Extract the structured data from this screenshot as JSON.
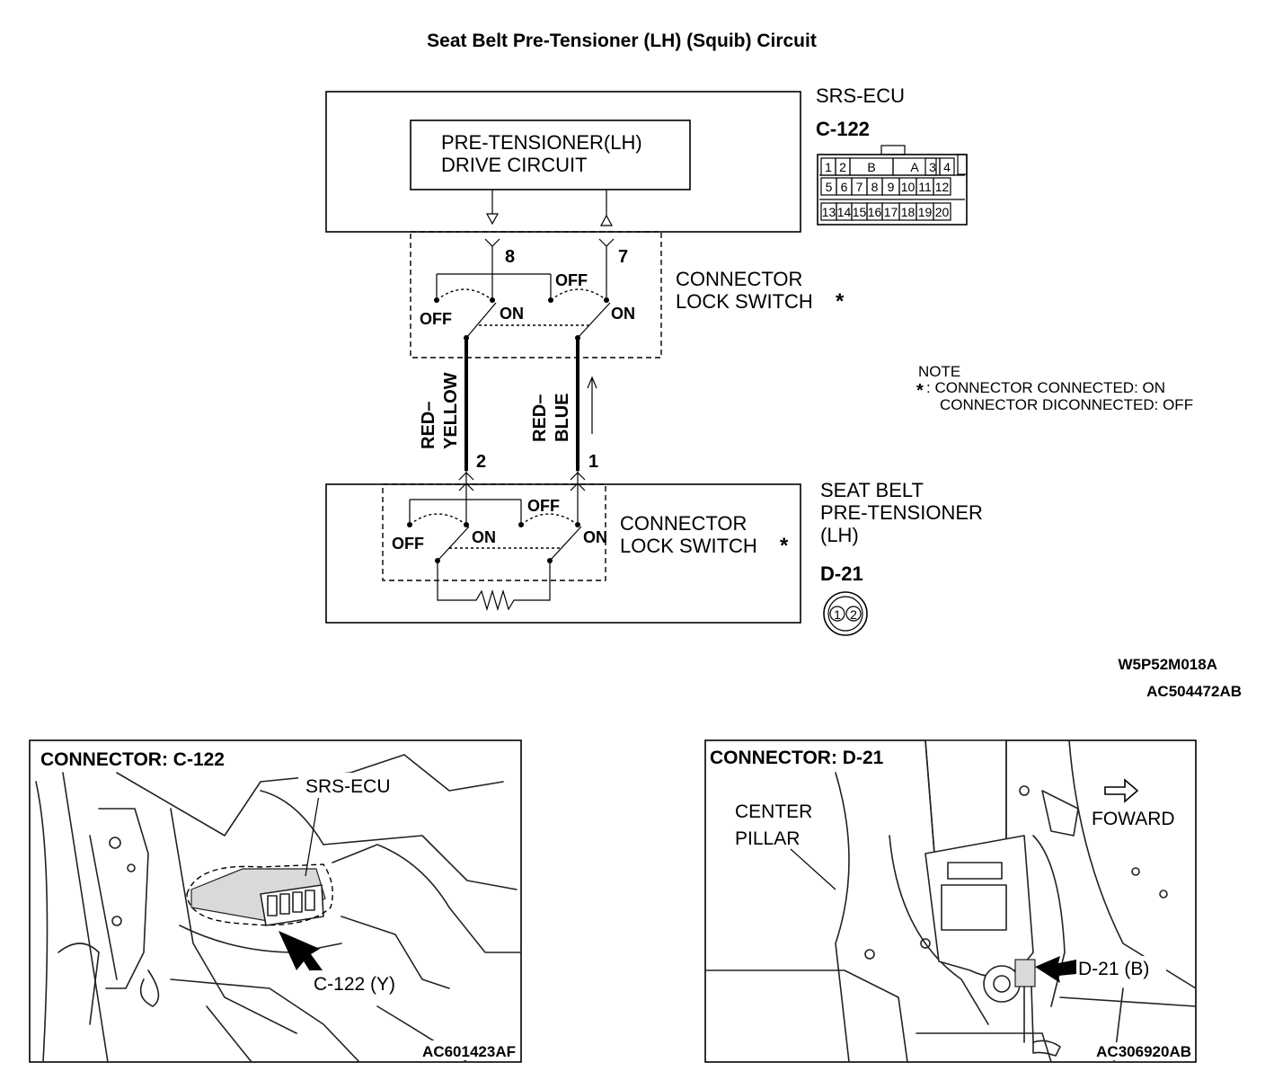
{
  "title": "Seat Belt Pre-Tensioner (LH) (Squib) Circuit",
  "ecu": {
    "name": "SRS-ECU",
    "connector_id": "C-122",
    "drive_circuit_line1": "PRE-TENSIONER(LH)",
    "drive_circuit_line2": "DRIVE CIRCUIT",
    "pins": [
      "1",
      "2",
      "B",
      "A",
      "3",
      "4",
      "5",
      "6",
      "7",
      "8",
      "9",
      "10",
      "11",
      "12",
      "13",
      "14",
      "15",
      "16",
      "17",
      "18",
      "19",
      "20"
    ],
    "terminal_a": "8",
    "terminal_b": "7"
  },
  "switch_labels": {
    "off": "OFF",
    "on": "ON",
    "lock_switch_line1": "CONNECTOR",
    "lock_switch_line2": "LOCK SWITCH",
    "asterisk": "*"
  },
  "wires": {
    "left_line1": "RED–",
    "left_line2": "YELLOW",
    "right_line1": "RED–",
    "right_line2": "BLUE"
  },
  "pretensioner": {
    "name_line1": "SEAT BELT",
    "name_line2": "PRE-TENSIONER",
    "name_line3": "(LH)",
    "connector_id": "D-21",
    "terminal_a": "2",
    "terminal_b": "1",
    "pins": [
      "1",
      "2"
    ]
  },
  "note": {
    "heading": "NOTE",
    "asterisk": "*",
    "line1": ": CONNECTOR CONNECTED: ON",
    "line2": "CONNECTOR DICONNECTED: OFF"
  },
  "codes": {
    "diagram_code": "W5P52M018A",
    "diagram_ref": "AC504472AB"
  },
  "photo_left": {
    "title": "CONNECTOR: C-122",
    "label_ecu": "SRS-ECU",
    "label_connector": "C-122 (Y)",
    "ref": "AC601423AF"
  },
  "photo_right": {
    "title": "CONNECTOR: D-21",
    "label_pillar_line1": "CENTER",
    "label_pillar_line2": "PILLAR",
    "label_forward": "FOWARD",
    "label_connector": "D-21 (B)",
    "ref": "AC306920AB"
  }
}
